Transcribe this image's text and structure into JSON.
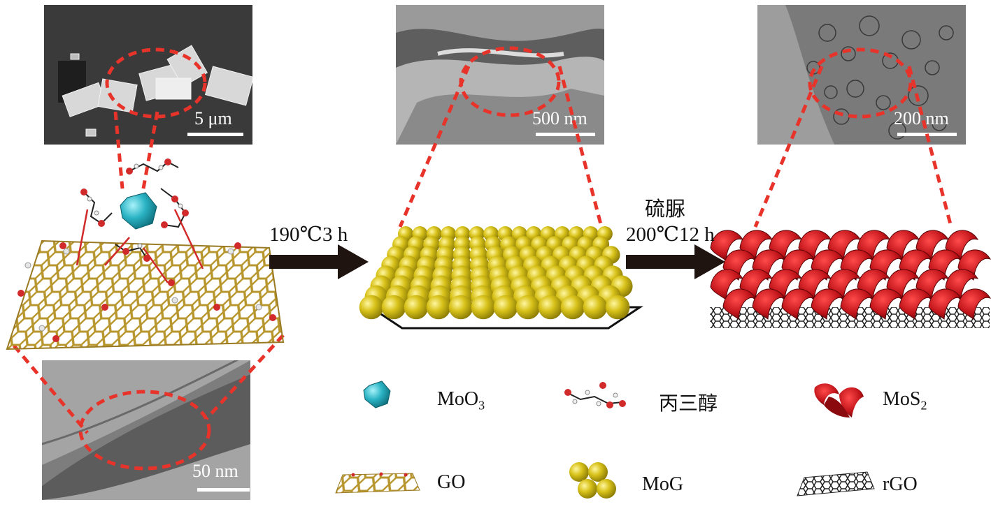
{
  "micrographs": {
    "sem_moo3_scale": "5 μm",
    "sem_mog_scale": "500 nm",
    "tem_mos2_scale": "200 nm",
    "tem_go_scale": "50 nm"
  },
  "steps": {
    "step1_condition": "190℃3 h",
    "step2_reagent": "硫脲",
    "step2_condition": "200℃12 h"
  },
  "legend": {
    "moo3_prefix": "MoO",
    "moo3_sub": "3",
    "glycerol": "丙三醇",
    "mos2_prefix": "MoS",
    "mos2_sub": "2",
    "go": "GO",
    "mog": "MoG",
    "rgo": "rGO"
  },
  "colors": {
    "dashed_line": "#e8332a",
    "arrow": "#1f1410",
    "graphene": "#b8962e",
    "mog_ball": "#d8c21a",
    "moo3": "#2ab3c4",
    "mos2": "#c0141a"
  }
}
